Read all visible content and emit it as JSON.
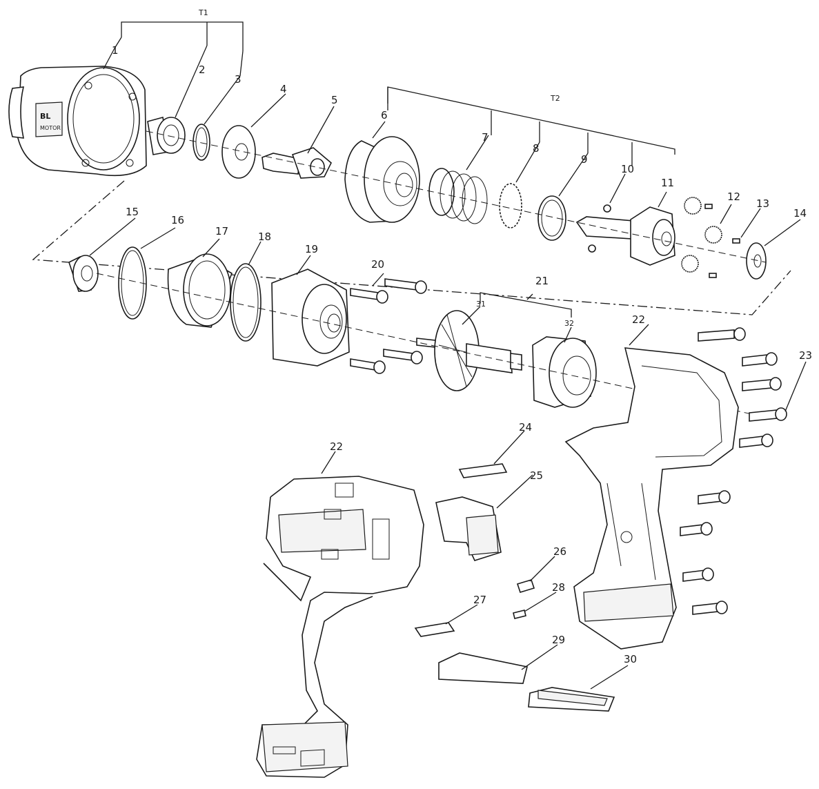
{
  "diagram": {
    "group_labels": {
      "t1": "T1",
      "t2": "T2",
      "p21": "21"
    },
    "sub_labels": {
      "p31": "31",
      "p32": "32"
    },
    "part_labels": [
      "1",
      "2",
      "3",
      "4",
      "5",
      "6",
      "7",
      "8",
      "9",
      "10",
      "11",
      "12",
      "13",
      "14",
      "15",
      "16",
      "17",
      "18",
      "19",
      "20",
      "22",
      "22",
      "23",
      "24",
      "25",
      "26",
      "27",
      "28",
      "29",
      "30"
    ],
    "motor_badge": {
      "line1": "BL",
      "line2": "MOTOR"
    }
  }
}
